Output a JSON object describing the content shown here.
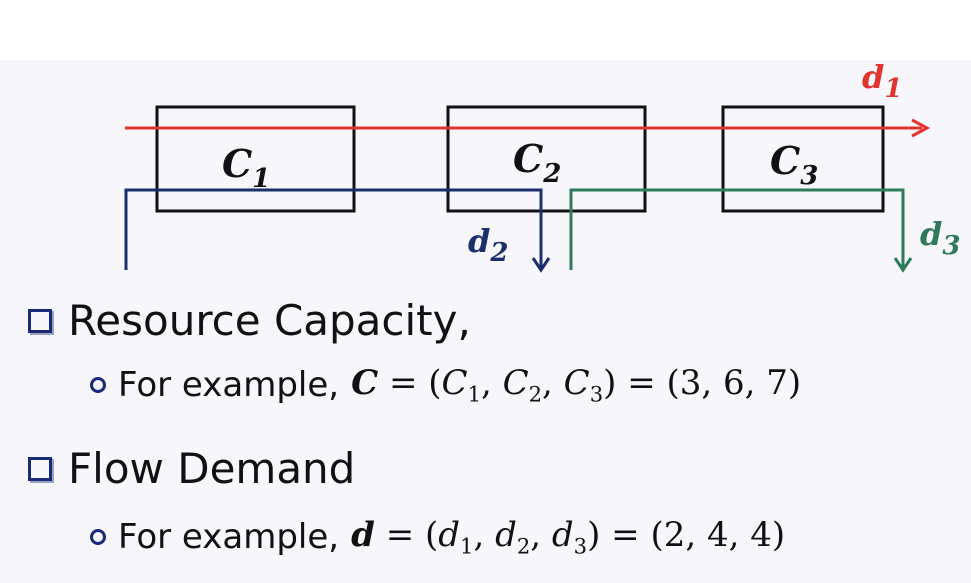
{
  "capacities": [
    {
      "symbol": "C",
      "index": "1"
    },
    {
      "symbol": "C",
      "index": "2"
    },
    {
      "symbol": "C",
      "index": "3"
    }
  ],
  "flows": [
    {
      "symbol": "d",
      "index": "1",
      "color": "#e0342c"
    },
    {
      "symbol": "d",
      "index": "2",
      "color": "#1a2f6b"
    },
    {
      "symbol": "d",
      "index": "3",
      "color": "#2f7a5a"
    }
  ],
  "bullets": [
    {
      "heading": "Resource Capacity,",
      "example_prefix": "For example,",
      "var": "C",
      "eq": "=",
      "tuple_items": [
        "C",
        "C",
        "C"
      ],
      "tuple_indices": [
        "1",
        "2",
        "3"
      ],
      "values": "(3, 6, 7)"
    },
    {
      "heading": "Flow Demand",
      "example_prefix": "For example,",
      "var": "d",
      "eq": "=",
      "tuple_items": [
        "d",
        "d",
        "d"
      ],
      "tuple_indices": [
        "1",
        "2",
        "3"
      ],
      "values": "(2, 4, 4)"
    }
  ],
  "colors": {
    "square_bullet": "#1a2a78",
    "background": "#f6f6fb"
  }
}
